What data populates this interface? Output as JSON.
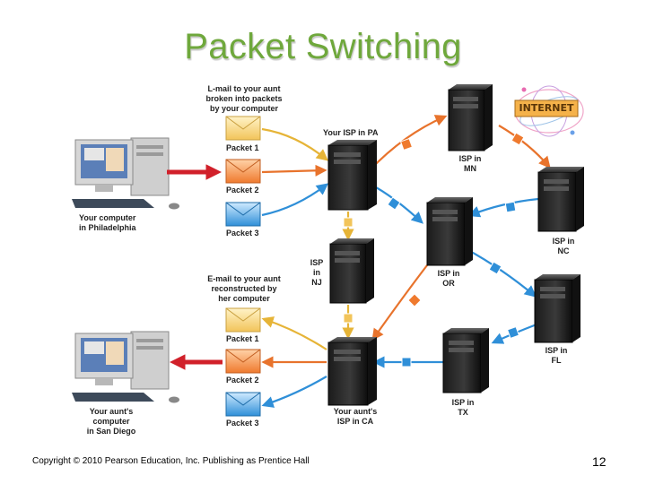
{
  "slide": {
    "title": "Packet Switching",
    "footer": "Copyright © 2010 Pearson Education, Inc. Publishing as Prentice Hall",
    "page_number": "12"
  },
  "diagram": {
    "logo_text": "INTERNET",
    "top_section": {
      "caption": [
        "L-mail to your aunt",
        "broken into packets",
        "by your computer"
      ],
      "packets": [
        "Packet 1",
        "Packet 2",
        "Packet 3"
      ],
      "computer_label": [
        "Your computer",
        "in Philadelphia"
      ]
    },
    "bottom_section": {
      "caption": [
        "E-mail to your aunt",
        "reconstructed by",
        "her computer"
      ],
      "packets": [
        "Packet 1",
        "Packet 2",
        "Packet 3"
      ],
      "computer_label": [
        "Your aunt's",
        "computer",
        "in San Diego"
      ]
    },
    "servers": {
      "pa": [
        "Your ISP in PA"
      ],
      "mn": [
        "ISP in",
        "MN"
      ],
      "nc": [
        "ISP in",
        "NC"
      ],
      "nj": [
        "ISP",
        "in",
        "NJ"
      ],
      "or": [
        "ISP in",
        "OR"
      ],
      "fl": [
        "ISP in",
        "FL"
      ],
      "ca": [
        "Your aunt's",
        "ISP in CA"
      ],
      "tx": [
        "ISP in",
        "TX"
      ]
    },
    "colors": {
      "packet1": "#f2c45a",
      "packet2": "#ef7a2e",
      "packet3": "#2f8fd8",
      "title": "#6fa83c",
      "red_arrow": "#d1202a"
    }
  }
}
